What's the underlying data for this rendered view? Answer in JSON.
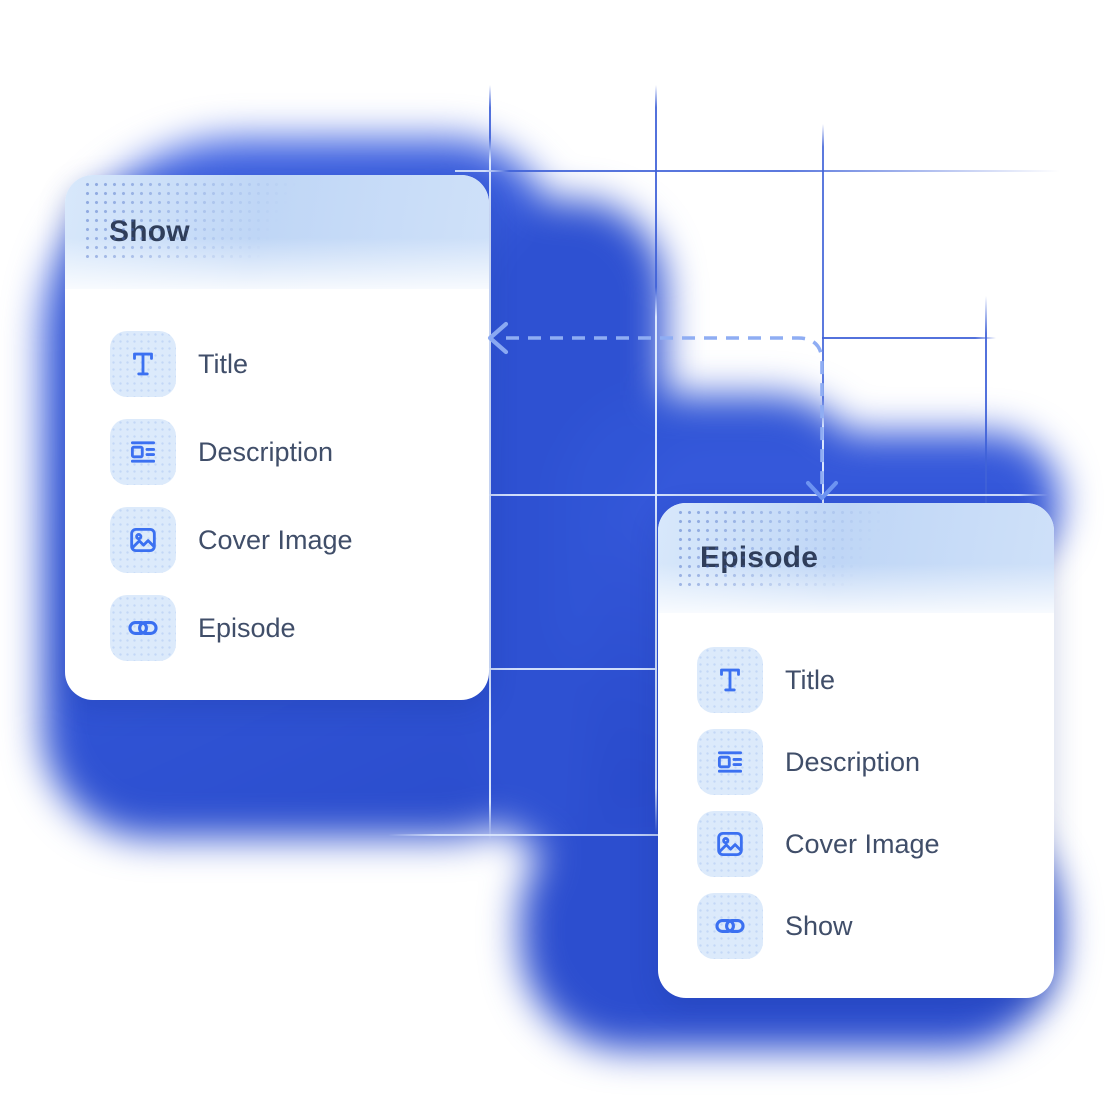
{
  "illustration": {
    "description": "Content-model relationship diagram: a Show schema card and an Episode schema card linked by a dashed elbow connector over a blueprint grid and blue blob background"
  },
  "cards": [
    {
      "title": "Show",
      "fields": [
        {
          "icon": "text-icon",
          "label": "Title"
        },
        {
          "icon": "description-icon",
          "label": "Description"
        },
        {
          "icon": "image-icon",
          "label": "Cover Image"
        },
        {
          "icon": "link-icon",
          "label": "Episode"
        }
      ]
    },
    {
      "title": "Episode",
      "fields": [
        {
          "icon": "text-icon",
          "label": "Title"
        },
        {
          "icon": "description-icon",
          "label": "Description"
        },
        {
          "icon": "image-icon",
          "label": "Cover Image"
        },
        {
          "icon": "link-icon",
          "label": "Show"
        }
      ]
    }
  ],
  "connector": {
    "style": "dashed-elbow",
    "arrowheads": [
      "left into Show card right edge",
      "down into Episode card top edge"
    ]
  },
  "colors": {
    "blob_core": "#2a4ccc",
    "blob_light": "#4568e6",
    "grid_line_on_white": "#4062d8",
    "grid_line_on_blob": "#e2edff",
    "dash": "#8fadf3",
    "card_header_blue": "#bfd6f6",
    "title_text": "#2f3d59",
    "label_text": "#404e69",
    "icon_blue": "#3b70f1",
    "tile_bg": "#dceafb"
  }
}
